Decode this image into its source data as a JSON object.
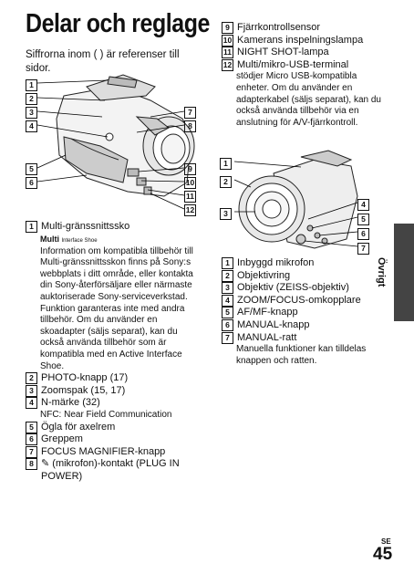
{
  "page": {
    "title": "Delar och reglage",
    "intro": "Siffrorna inom ( ) är referenser till sidor.",
    "side_tab_label": "Övrigt",
    "lang_code": "SE",
    "page_number": "45"
  },
  "left_callouts": [
    "1",
    "2",
    "3",
    "4",
    "5",
    "6"
  ],
  "right_callouts": [
    "7",
    "8",
    "9",
    "10",
    "11",
    "12"
  ],
  "front_callouts_left": [
    "1",
    "2",
    "3"
  ],
  "front_callouts_right": [
    "4",
    "5",
    "6",
    "7"
  ],
  "list_left": [
    {
      "num": "1",
      "text": "Multi-gränssnittssko"
    },
    {
      "num": "2",
      "text": "PHOTO-knapp (17)"
    },
    {
      "num": "3",
      "text": "Zoomspak (15, 17)"
    },
    {
      "num": "4",
      "text": "N-märke (32)"
    },
    {
      "num": "5",
      "text": "Ögla för axelrem"
    },
    {
      "num": "6",
      "text": "Greppem"
    },
    {
      "num": "7",
      "text": "FOCUS MAGNIFIER-knapp"
    },
    {
      "num": "8",
      "text": "(mikrofon)-kontakt (PLUG IN POWER)"
    }
  ],
  "ms_logo": {
    "main": "Multi",
    "sub": "Interface Shoe"
  },
  "shoe_desc": "Information om kompatibla tillbehör till Multi-gränssnittsskon finns på Sony:s webbplats i ditt område, eller kontakta din Sony-återförsäljare eller närmaste auktoriserade Sony-serviceverkstad. Funktion garanteras inte med andra tillbehör. Om du använder en skoadapter (säljs separat), kan du också använda tillbehör som är kompatibla med en Active Interface Shoe.",
  "nfc_desc": "NFC: Near Field Communication",
  "list_right_top": [
    {
      "num": "9",
      "text": "Fjärrkontrollsensor"
    },
    {
      "num": "10",
      "text": "Kamerans inspelningslampa"
    },
    {
      "num": "11",
      "text": "NIGHT SHOT-lampa"
    },
    {
      "num": "12",
      "text": "Multi/mikro-USB-terminal"
    }
  ],
  "usb_desc": "stödjer Micro USB-kompatibla enheter. Om du använder en adapterkabel (säljs separat), kan du också använda tillbehör via en anslutning för A/V-fjärrkontroll.",
  "list_right_bottom": [
    {
      "num": "1",
      "text": "Inbyggd mikrofon"
    },
    {
      "num": "2",
      "text": "Objektivring"
    },
    {
      "num": "3",
      "text": "Objektiv (ZEISS-objektiv)"
    },
    {
      "num": "4",
      "text": "ZOOM/FOCUS-omkopplare"
    },
    {
      "num": "5",
      "text": "AF/MF-knapp"
    },
    {
      "num": "6",
      "text": "MANUAL-knapp"
    },
    {
      "num": "7",
      "text": "MANUAL-ratt"
    }
  ],
  "manual_desc": "Manuella funktioner kan tilldelas knappen och ratten.",
  "colors": {
    "text": "#111111",
    "tab": "#444444",
    "line": "#000000"
  }
}
